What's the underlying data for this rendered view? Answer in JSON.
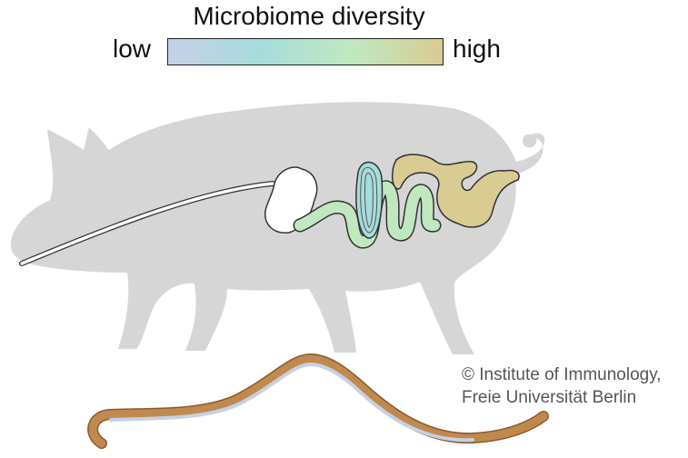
{
  "legend": {
    "title": "Microbiome diversity",
    "low_label": "low",
    "high_label": "high",
    "gradient_colors": [
      "#c6d0e8",
      "#a6dcdc",
      "#bfe8c0",
      "#d9cc92"
    ]
  },
  "copyright": {
    "line1": "© Institute of Immunology,",
    "line2": "Freie Universität Berlin"
  },
  "colors": {
    "pig_body": "#d6d6d6",
    "esophagus": "#ffffff",
    "stomach": "#ffffff",
    "small_intestine": "#bfe8c0",
    "cecum": "#a6dcdc",
    "colon": "#d9cc92",
    "worm_outer": "#c08a4e",
    "worm_inner": "#c6d0e8",
    "outline": "#333333"
  },
  "icons": [
    "pig-silhouette",
    "worm-icon"
  ]
}
